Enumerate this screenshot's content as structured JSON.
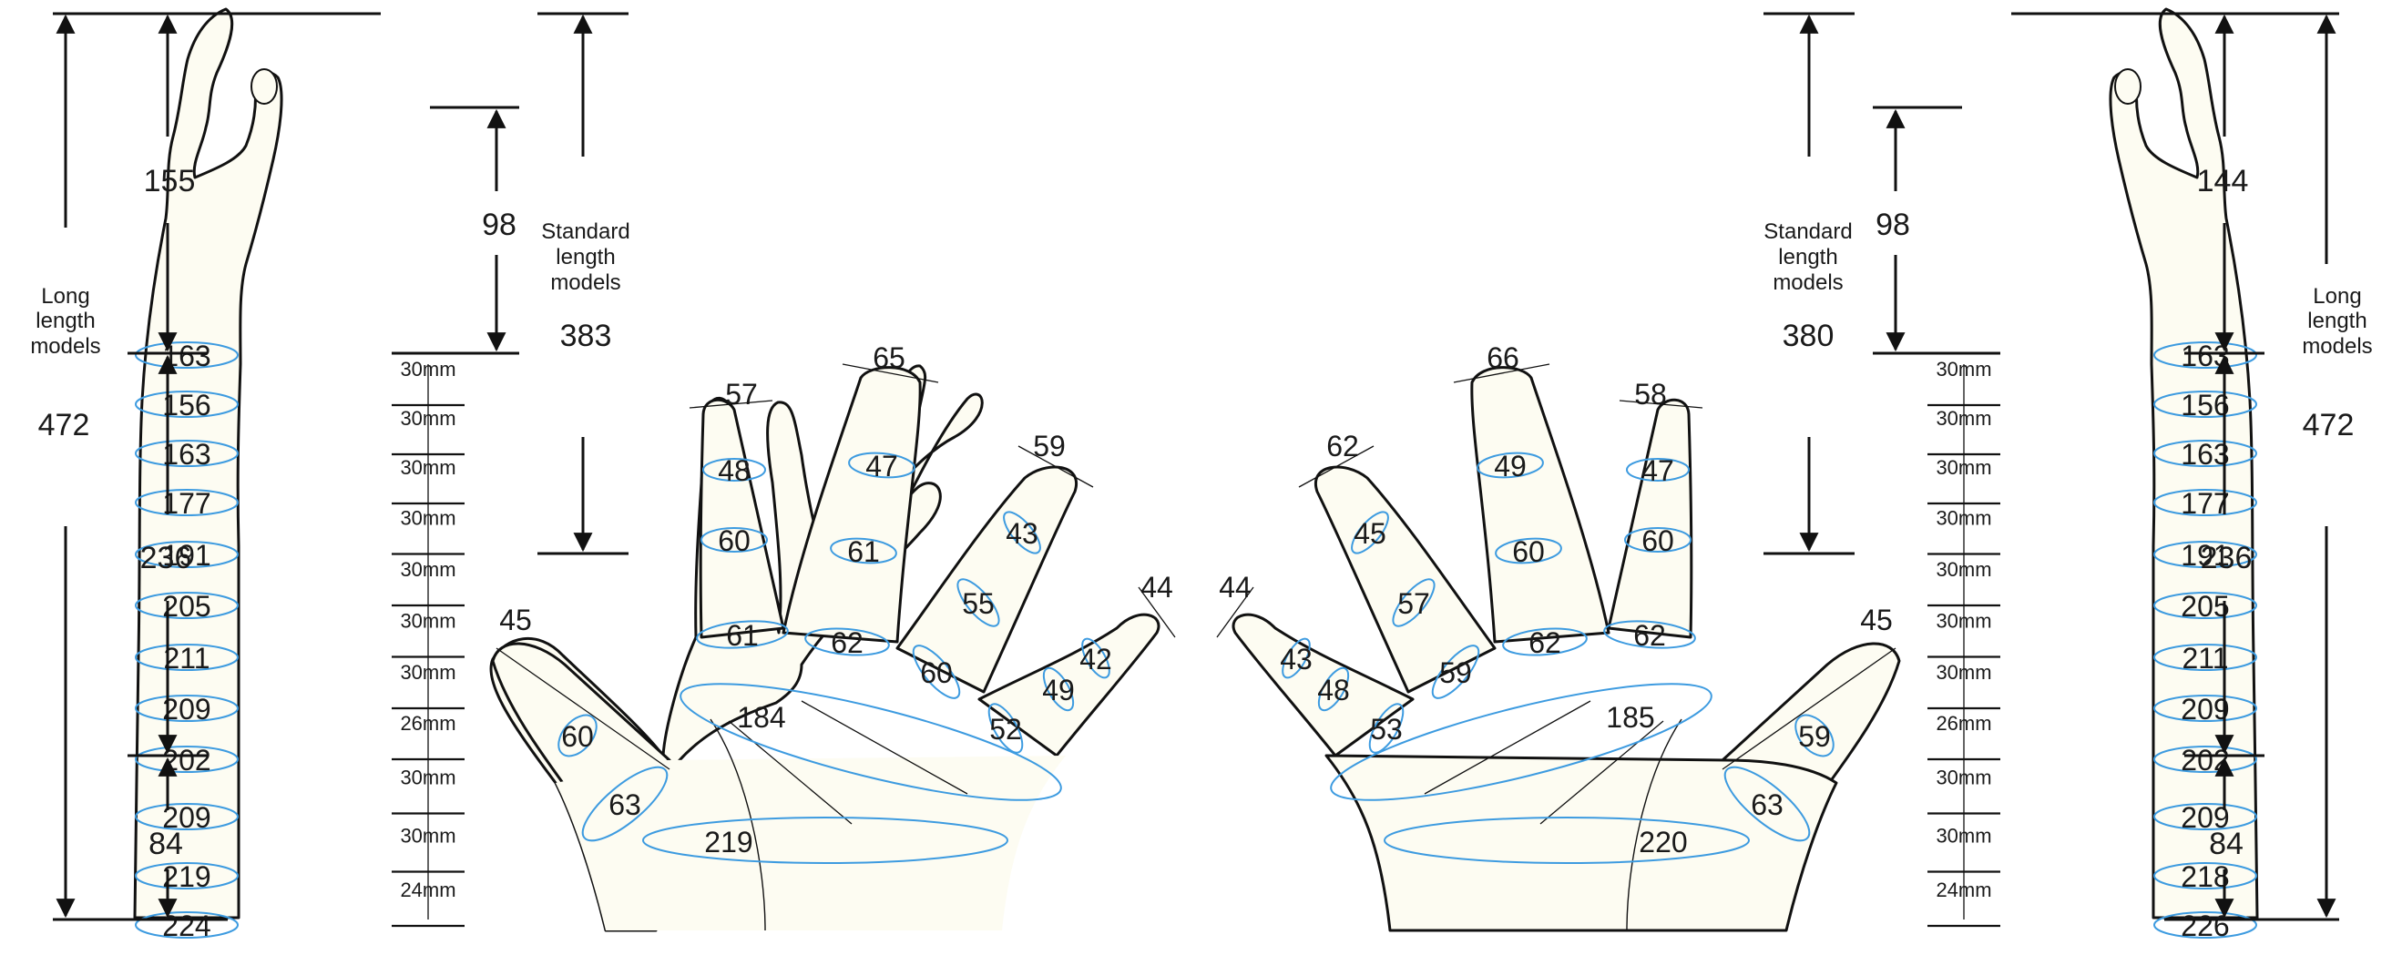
{
  "colors": {
    "skin": "#fdfcf2",
    "outline": "#111111",
    "ring": "#3d9be0",
    "text": "#1a1a1a"
  },
  "left": {
    "dims": {
      "hand_top": "155",
      "thumb_height": "98",
      "forearm_upper": "236",
      "forearm_lower": "84",
      "long_total": "472",
      "standard_total": "383"
    },
    "long_label": [
      "Long",
      "length",
      "models"
    ],
    "standard_label": [
      "Standard",
      "length",
      "models"
    ],
    "arm_circumferences": [
      "163",
      "156",
      "163",
      "177",
      "191",
      "205",
      "211",
      "209",
      "202",
      "209",
      "219",
      "224"
    ],
    "spacings": [
      "30mm",
      "30mm",
      "30mm",
      "30mm",
      "30mm",
      "30mm",
      "30mm",
      "26mm",
      "30mm",
      "30mm",
      "24mm"
    ],
    "hand": {
      "thumb_tip": "45",
      "thumb_mid": "60",
      "thumb_base": "63",
      "index_tip": "57",
      "index_1": "48",
      "index_2": "60",
      "index_3": "61",
      "middle_tip": "65",
      "middle_1": "47",
      "middle_2": "61",
      "middle_3": "62",
      "ring_tip": "59",
      "ring_1": "43",
      "ring_2": "55",
      "ring_3": "60",
      "little_tip": "44",
      "little_1": "42",
      "little_2": "49",
      "little_3": "52",
      "palm": "184",
      "wrist": "219"
    }
  },
  "right": {
    "dims": {
      "hand_top": "144",
      "thumb_height": "98",
      "forearm_upper": "236",
      "forearm_lower": "84",
      "long_total": "472",
      "standard_total": "380"
    },
    "long_label": [
      "Long",
      "length",
      "models"
    ],
    "standard_label": [
      "Standard",
      "length",
      "models"
    ],
    "arm_circumferences": [
      "163",
      "156",
      "163",
      "177",
      "191",
      "205",
      "211",
      "209",
      "202",
      "209",
      "218",
      "226"
    ],
    "spacings": [
      "30mm",
      "30mm",
      "30mm",
      "30mm",
      "30mm",
      "30mm",
      "30mm",
      "26mm",
      "30mm",
      "30mm",
      "24mm"
    ],
    "hand": {
      "thumb_tip": "45",
      "thumb_mid": "59",
      "thumb_base": "63",
      "index_tip": "58",
      "index_1": "47",
      "index_2": "60",
      "index_3": "62",
      "middle_tip": "66",
      "middle_1": "49",
      "middle_2": "60",
      "middle_3": "62",
      "ring_tip": "62",
      "ring_1": "45",
      "ring_2": "57",
      "ring_3": "59",
      "little_tip": "44",
      "little_1": "43",
      "little_2": "48",
      "little_3": "53",
      "palm": "185",
      "wrist": "220"
    }
  }
}
